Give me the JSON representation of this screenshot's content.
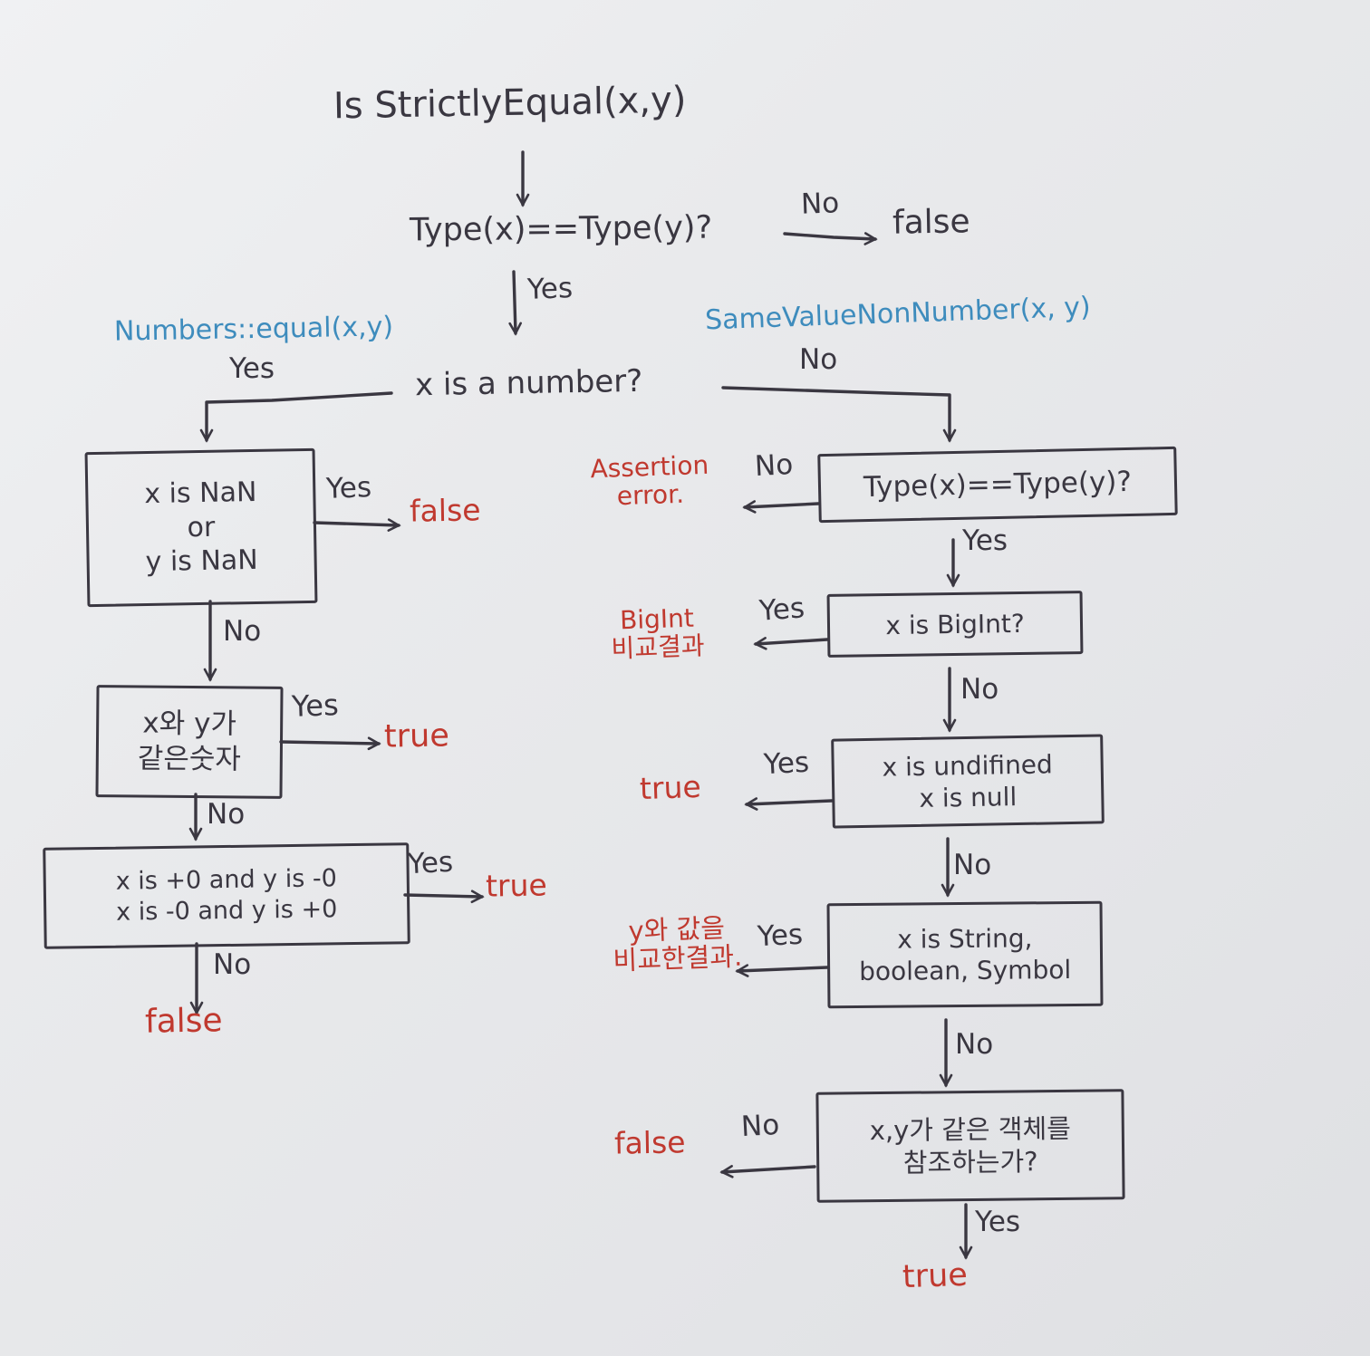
{
  "title": "Is StrictlyEqual(x,y)",
  "labels": {
    "yes": "Yes",
    "no": "No"
  },
  "branches": {
    "numbers_equal": "Numbers::equal(x,y)",
    "same_value_non_number": "SameValueNonNumber(x, y)"
  },
  "nodes": {
    "type_check_top": "Type(x)==Type(y)?",
    "x_is_number": "x is a number?",
    "nan": {
      "l1": "x is NaN",
      "l2": "or",
      "l3": "y is NaN"
    },
    "same_number": {
      "l1": "x와 y가",
      "l2": "같은숫자"
    },
    "zero": {
      "l1": "x is +0 and y is -0",
      "l2": "x is -0 and y is +0"
    },
    "type_check_right": "Type(x)==Type(y)?",
    "bigint": "x is BigInt?",
    "undefined_null": {
      "l1": "x is undifined",
      "l2": "x is null"
    },
    "string_bool_symbol": {
      "l1": "x is String,",
      "l2": "boolean, Symbol"
    },
    "same_object": {
      "l1": "x,y가 같은 객체를",
      "l2": "참조하는가?"
    }
  },
  "results": {
    "true": "true",
    "false": "false",
    "assertion": {
      "l1": "Assertion",
      "l2": "error."
    },
    "bigint_compare": {
      "l1": "BigInt",
      "l2": "비교결과"
    },
    "compare_with_y": {
      "l1": "y와 값을",
      "l2": "비교한결과."
    }
  },
  "colors": {
    "ink": "#3a3741",
    "blue": "#3e8cbd",
    "red": "#c0392f",
    "paper": "#e9eaec"
  }
}
